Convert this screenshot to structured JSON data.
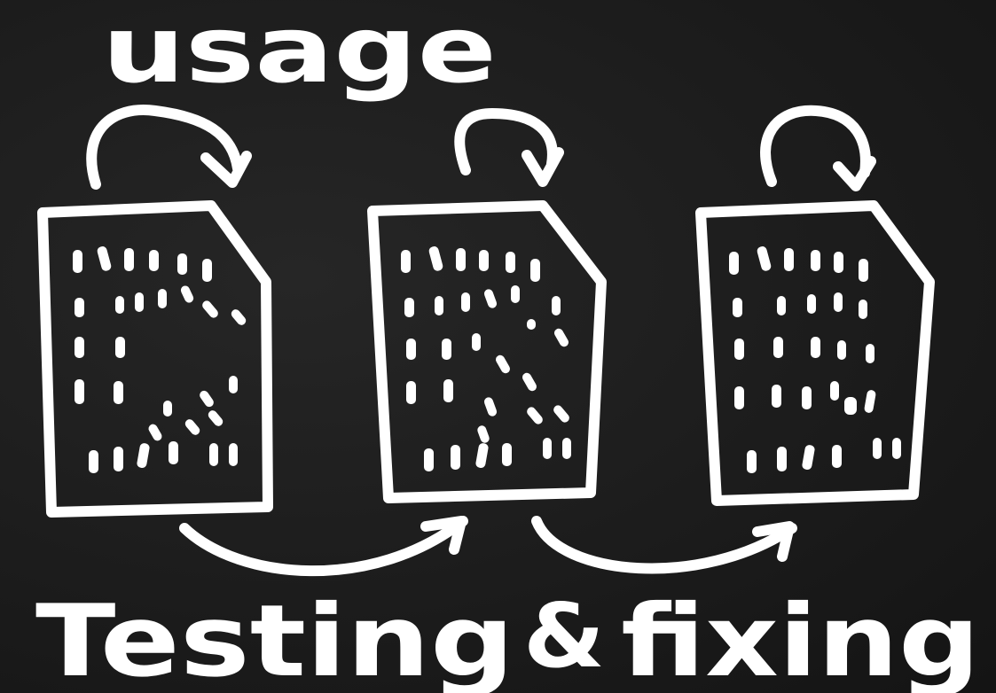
{
  "top_label": "usage",
  "bottom_label": {
    "left": "Testing",
    "ampersand": "&",
    "right": "fixing"
  },
  "documents": [
    {
      "id": "doc-1"
    },
    {
      "id": "doc-2"
    },
    {
      "id": "doc-3"
    }
  ],
  "colors": {
    "board": "#1b1b1b",
    "chalk": "#ffffff"
  }
}
